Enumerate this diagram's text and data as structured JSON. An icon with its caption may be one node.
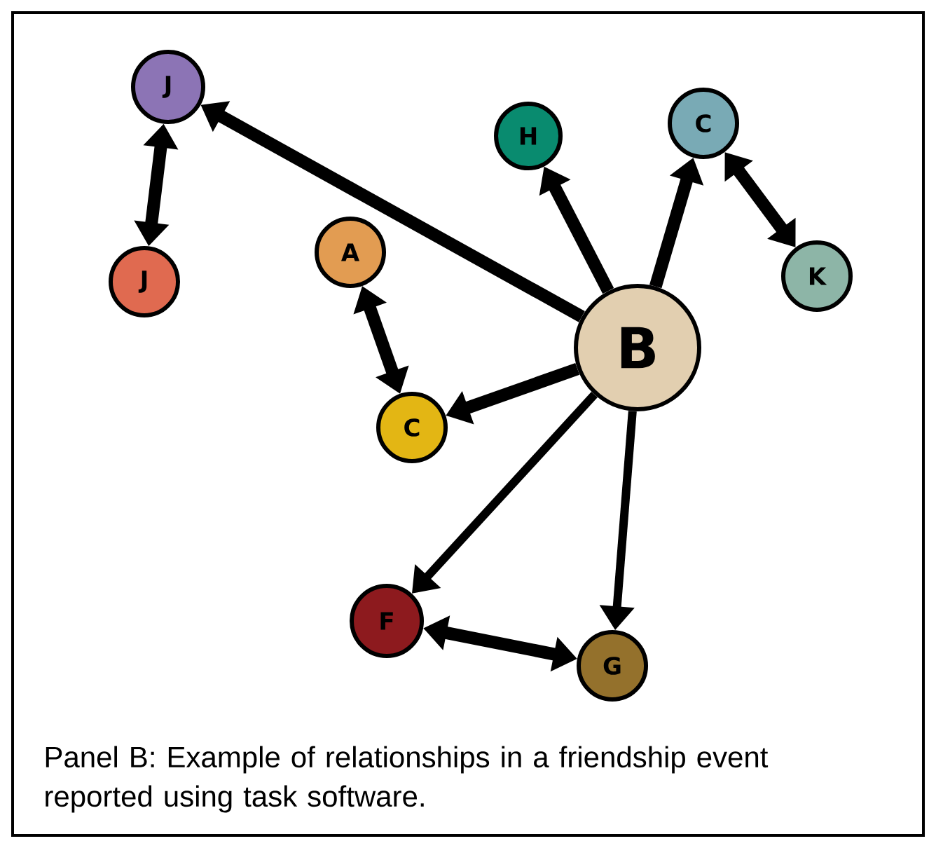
{
  "diagram": {
    "caption": "Panel B: Example of relationships in a friendship event reported using task software.",
    "nodes": [
      {
        "text": [
          "J"
        ]
      },
      {
        "text": [
          "J"
        ]
      },
      {
        "text": [
          "A"
        ]
      },
      {
        "text": [
          "H"
        ]
      },
      {
        "text": [
          "C"
        ]
      },
      {
        "text": [
          "K"
        ]
      },
      {
        "text": [
          "B"
        ]
      },
      {
        "text": [
          "C"
        ]
      },
      {
        "text": [
          "F"
        ]
      },
      {
        "text": [
          "G"
        ]
      }
    ],
    "edges": [
      {
        "from": 0,
        "to": 1,
        "arrow": "both"
      },
      {
        "from": 6,
        "to": 0,
        "arrow": "to"
      },
      {
        "from": 2,
        "to": 7,
        "arrow": "both"
      },
      {
        "from": 6,
        "to": 7,
        "arrow": "to"
      },
      {
        "from": 6,
        "to": 3,
        "arrow": "to"
      },
      {
        "from": 6,
        "to": 4,
        "arrow": "to"
      },
      {
        "from": 4,
        "to": 5,
        "arrow": "both"
      },
      {
        "from": 6,
        "to": 8,
        "arrow": "to"
      },
      {
        "from": 6,
        "to": 9,
        "arrow": "to"
      },
      {
        "from": 8,
        "to": 9,
        "arrow": "both"
      }
    ]
  }
}
